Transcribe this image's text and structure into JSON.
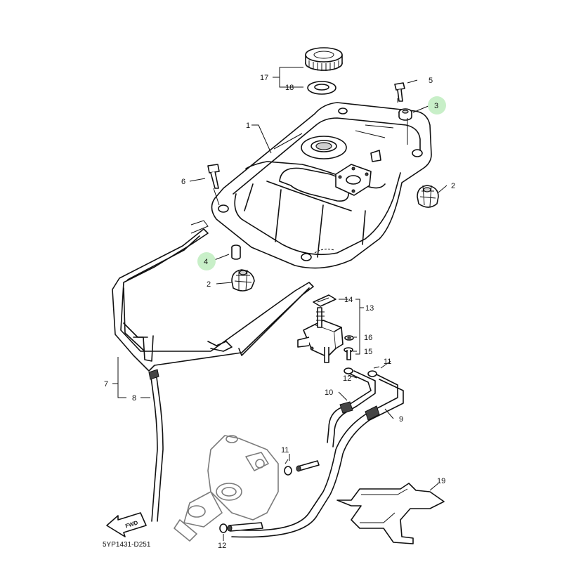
{
  "diagram": {
    "reference_code": "5YP1431-D251",
    "direction_label": "FWD",
    "highlight_color": "#c8efc8",
    "labels": {
      "p1": "1",
      "p2a": "2",
      "p2b": "2",
      "p3": "3",
      "p4": "4",
      "p5": "5",
      "p6": "6",
      "p7": "7",
      "p8": "8",
      "p9": "9",
      "p10": "10",
      "p11a": "11",
      "p11b": "11",
      "p12a": "12",
      "p12b": "12",
      "p13": "13",
      "p14": "14",
      "p15": "15",
      "p16": "16",
      "p17": "17",
      "p18": "18",
      "p19": "19"
    },
    "highlighted": [
      "3",
      "4"
    ]
  }
}
